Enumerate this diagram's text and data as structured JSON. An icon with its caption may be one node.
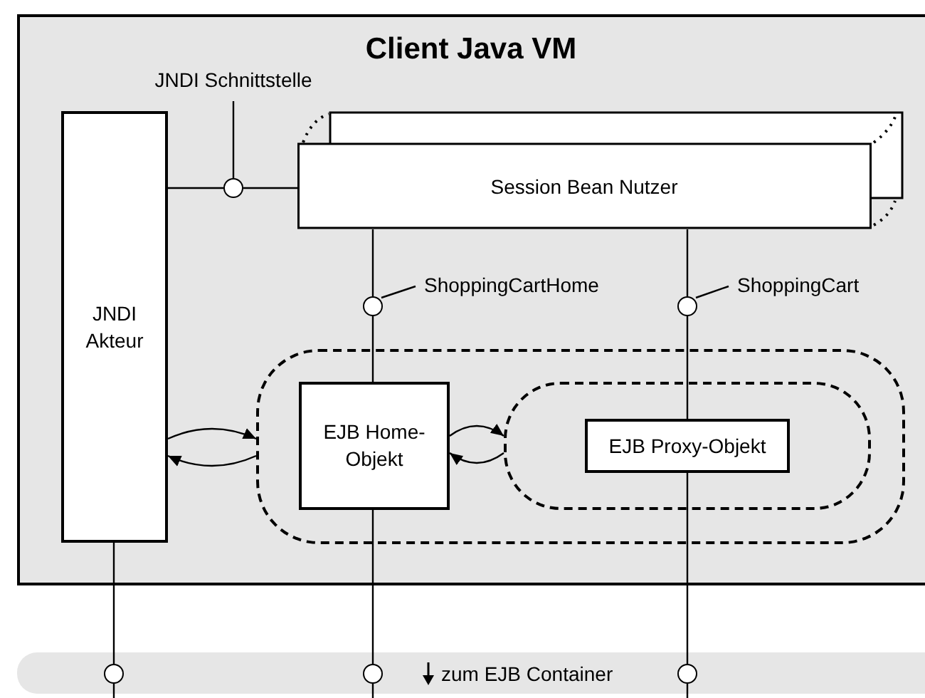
{
  "diagram": {
    "nodes": [
      {
        "text": [
          "Client Java VM"
        ]
      },
      {
        "text": [
          "JNDI Schnittstelle"
        ],
        "in": 0
      },
      {
        "text": [
          "JNDI Akteur"
        ],
        "in": 0
      },
      {
        "text": [],
        "shape": "circle",
        "in": 0
      },
      {
        "text": [
          "Session Bean Nutzer"
        ],
        "in": 0
      },
      {
        "text": [
          "ShoppingCartHome"
        ],
        "in": 0
      },
      {
        "text": [],
        "shape": "circle",
        "in": 0
      },
      {
        "text": [
          "ShoppingCart"
        ],
        "in": 0
      },
      {
        "text": [],
        "shape": "circle",
        "in": 0
      },
      {
        "text": [],
        "shape": "box",
        "in": 0
      },
      {
        "text": [
          "EJB Home-Objekt"
        ],
        "in": 9
      },
      {
        "text": [],
        "shape": "box",
        "in": 9
      },
      {
        "text": [
          "EJB Proxy-Objekt"
        ],
        "in": 11
      },
      {
        "text": [
          "zum EJB Container"
        ]
      },
      {
        "text": [],
        "shape": "circle",
        "in": 13
      },
      {
        "text": [],
        "shape": "circle",
        "in": 13
      },
      {
        "text": [],
        "shape": "circle",
        "in": 13
      }
    ],
    "edges": [
      {
        "from": 1,
        "to": 3,
        "arrow": "none"
      },
      {
        "from": 2,
        "to": 3,
        "arrow": "none"
      },
      {
        "from": 3,
        "to": 4,
        "arrow": "none"
      },
      {
        "from": 4,
        "to": 6,
        "arrow": "none"
      },
      {
        "from": 6,
        "to": 10,
        "arrow": "none"
      },
      {
        "from": 5,
        "to": 6,
        "arrow": "none"
      },
      {
        "from": 4,
        "to": 8,
        "arrow": "none"
      },
      {
        "from": 8,
        "to": 12,
        "arrow": "none"
      },
      {
        "from": 7,
        "to": 8,
        "arrow": "none"
      },
      {
        "from": 2,
        "to": 9,
        "arrow": "to"
      },
      {
        "from": 9,
        "to": 2,
        "arrow": "to"
      },
      {
        "from": 10,
        "to": 11,
        "arrow": "to"
      },
      {
        "from": 11,
        "to": 10,
        "arrow": "to"
      },
      {
        "from": 2,
        "to": 14,
        "arrow": "none"
      },
      {
        "from": 10,
        "to": 15,
        "arrow": "none"
      },
      {
        "from": 12,
        "to": 16,
        "arrow": "none"
      },
      {
        "from": 14,
        "to": null,
        "arrow": "none"
      },
      {
        "from": 15,
        "to": null,
        "arrow": "none"
      },
      {
        "from": 16,
        "to": null,
        "arrow": "none"
      }
    ]
  }
}
